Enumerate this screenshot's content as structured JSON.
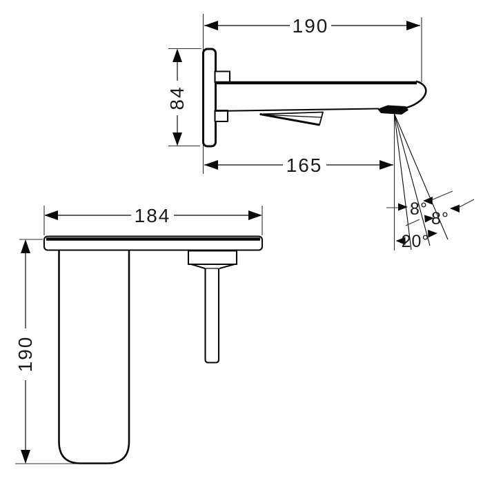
{
  "dimensions": {
    "side_width": "190",
    "side_height": "84",
    "side_reach": "165",
    "plan_width": "184",
    "plan_depth": "190",
    "spray_angle_inner": "8°",
    "spray_angle_outer": "8°",
    "spray_angle_total": "20°"
  },
  "colors": {
    "paper": "#ffffff",
    "ink": "#0a0a0a",
    "dimline": "#2e2e2e",
    "text": "#1a1a1a"
  }
}
